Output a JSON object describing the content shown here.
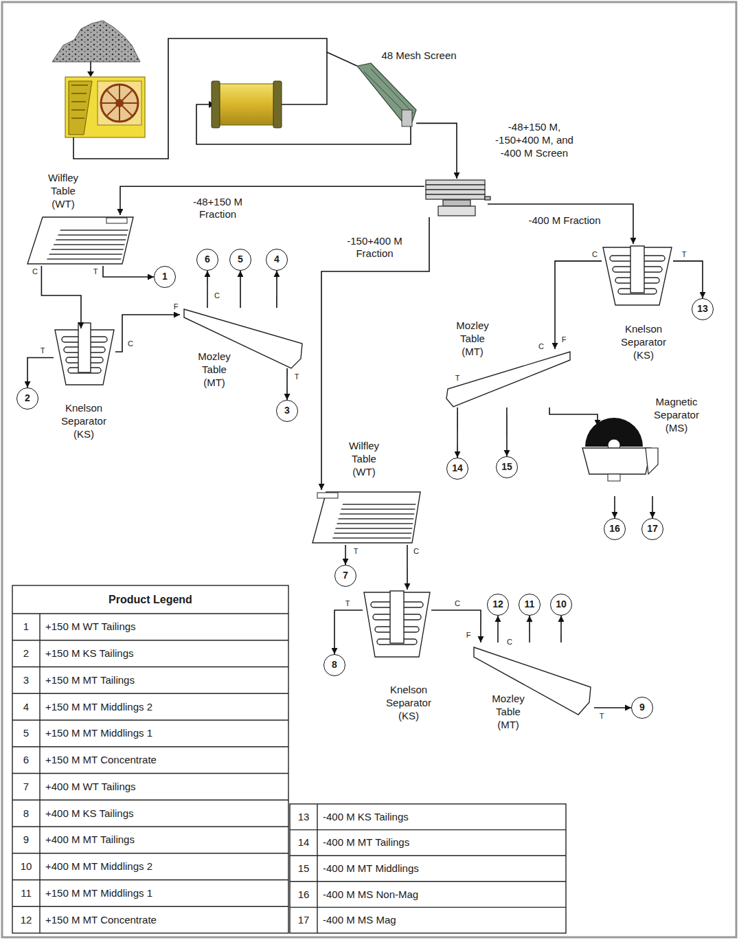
{
  "diagram": {
    "nodes": [
      {
        "text": [
          "48 Mesh Screen"
        ]
      },
      {
        "text": [
          "-48+150 M, -150+400 M, and -400 M Screen"
        ]
      },
      {
        "text": [
          "Wilfley Table (WT)"
        ]
      },
      {
        "text": [
          "Knelson Separator (KS)"
        ]
      },
      {
        "text": [
          "Mozley Table (MT)"
        ]
      },
      {
        "text": [
          "Knelson Separator (KS)"
        ]
      },
      {
        "text": [
          "Mozley Table (MT)"
        ]
      },
      {
        "text": [
          "Magnetic Separator (MS)"
        ]
      },
      {
        "text": [
          "Wilfley Table (WT)"
        ]
      },
      {
        "text": [
          "Knelson Separator (KS)"
        ]
      },
      {
        "text": [
          "Mozley Table (MT)"
        ]
      },
      {
        "text": [
          "1"
        ]
      },
      {
        "text": [
          "2"
        ]
      },
      {
        "text": [
          "3"
        ]
      },
      {
        "text": [
          "4"
        ]
      },
      {
        "text": [
          "5"
        ]
      },
      {
        "text": [
          "6"
        ]
      },
      {
        "text": [
          "7"
        ]
      },
      {
        "text": [
          "8"
        ]
      },
      {
        "text": [
          "9"
        ]
      },
      {
        "text": [
          "10"
        ]
      },
      {
        "text": [
          "11"
        ]
      },
      {
        "text": [
          "12"
        ]
      },
      {
        "text": [
          "13"
        ]
      },
      {
        "text": [
          "14"
        ]
      },
      {
        "text": [
          "15"
        ]
      },
      {
        "text": [
          "16"
        ]
      },
      {
        "text": [
          "17"
        ]
      }
    ],
    "edges": [
      {
        "from": 0,
        "to": 1,
        "arrow": "to"
      },
      {
        "from": 1,
        "to": 2,
        "label": "-48+150 M Fraction",
        "arrow": "to"
      },
      {
        "from": 2,
        "to": 11,
        "arrow": "to"
      },
      {
        "from": 2,
        "to": 3,
        "arrow": "to"
      },
      {
        "from": 3,
        "to": 12,
        "arrow": "to"
      },
      {
        "from": 3,
        "to": 4,
        "arrow": "to"
      },
      {
        "from": 4,
        "to": 16,
        "arrow": "to"
      },
      {
        "from": 4,
        "to": 15,
        "arrow": "to"
      },
      {
        "from": 4,
        "to": 14,
        "arrow": "to"
      },
      {
        "from": 4,
        "to": 13,
        "arrow": "to"
      },
      {
        "from": 1,
        "to": 8,
        "label": "-150+400 M Fraction",
        "arrow": "to"
      },
      {
        "from": 8,
        "to": 17,
        "arrow": "to"
      },
      {
        "from": 8,
        "to": 9,
        "arrow": "to"
      },
      {
        "from": 9,
        "to": 18,
        "arrow": "to"
      },
      {
        "from": 9,
        "to": 10,
        "arrow": "to"
      },
      {
        "from": 10,
        "to": 22,
        "arrow": "to"
      },
      {
        "from": 10,
        "to": 21,
        "arrow": "to"
      },
      {
        "from": 10,
        "to": 20,
        "arrow": "to"
      },
      {
        "from": 10,
        "to": 19,
        "arrow": "to"
      },
      {
        "from": 1,
        "to": 5,
        "label": "-400 M Fraction",
        "arrow": "to"
      },
      {
        "from": 5,
        "to": 23,
        "arrow": "to"
      },
      {
        "from": 5,
        "to": 6,
        "arrow": "to"
      },
      {
        "from": 6,
        "to": 24,
        "arrow": "to"
      },
      {
        "from": 6,
        "to": 25,
        "arrow": "to"
      },
      {
        "from": 6,
        "to": 7,
        "arrow": "to"
      },
      {
        "from": 7,
        "to": 26,
        "arrow": "to"
      },
      {
        "from": 7,
        "to": 27,
        "arrow": "to"
      }
    ],
    "labels": [
      "Product Legend",
      "1",
      "+150 M WT Tailings",
      "2",
      "+150 M KS Tailings",
      "3",
      "+150 M MT Tailings",
      "4",
      "+150 M MT Middlings 2",
      "5",
      "+150 M MT Middlings 1",
      "6",
      "+150 M MT Concentrate",
      "7",
      "+400 M WT Tailings",
      "8",
      "+400 M KS Tailings",
      "9",
      "+400 M MT Tailings",
      "10",
      "+400 M MT Middlings 2",
      "11",
      "+150 M MT Middlings 1",
      "12",
      "+150 M MT Concentrate",
      "13",
      "-400 M KS Tailings",
      "14",
      "-400 M MT Tailings",
      "15",
      "-400 M MT Middlings",
      "16",
      "-400 M MS Non-Mag",
      "17",
      "-400 M MS Mag",
      "C",
      "T",
      "T",
      "C",
      "F",
      "C",
      "T",
      "T",
      "C",
      "T",
      "C",
      "F",
      "C",
      "T",
      "C",
      "T",
      "F",
      "C",
      "T"
    ]
  }
}
